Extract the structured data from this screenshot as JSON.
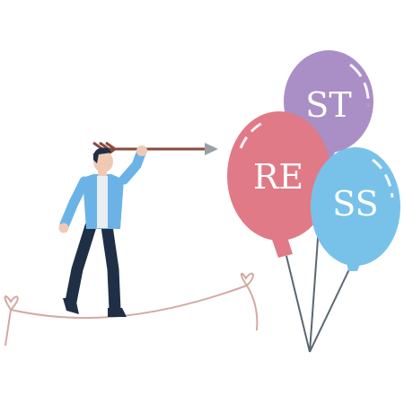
{
  "balloons": {
    "purple": {
      "label": "ST",
      "color": "#a98fc6"
    },
    "red": {
      "label": "RE",
      "color": "#e07a86"
    },
    "blue": {
      "label": "SS",
      "color": "#78c2ea"
    }
  },
  "colors": {
    "rope": "#d3a9a3",
    "arrow": "#8a4b3f",
    "arrowhead": "#9aa0a6",
    "shirt": "#6bb3e6",
    "pants": "#1f2f45",
    "skin": "#f0c9b5",
    "hair": "#1f2f45",
    "strings": "#5b6770"
  }
}
